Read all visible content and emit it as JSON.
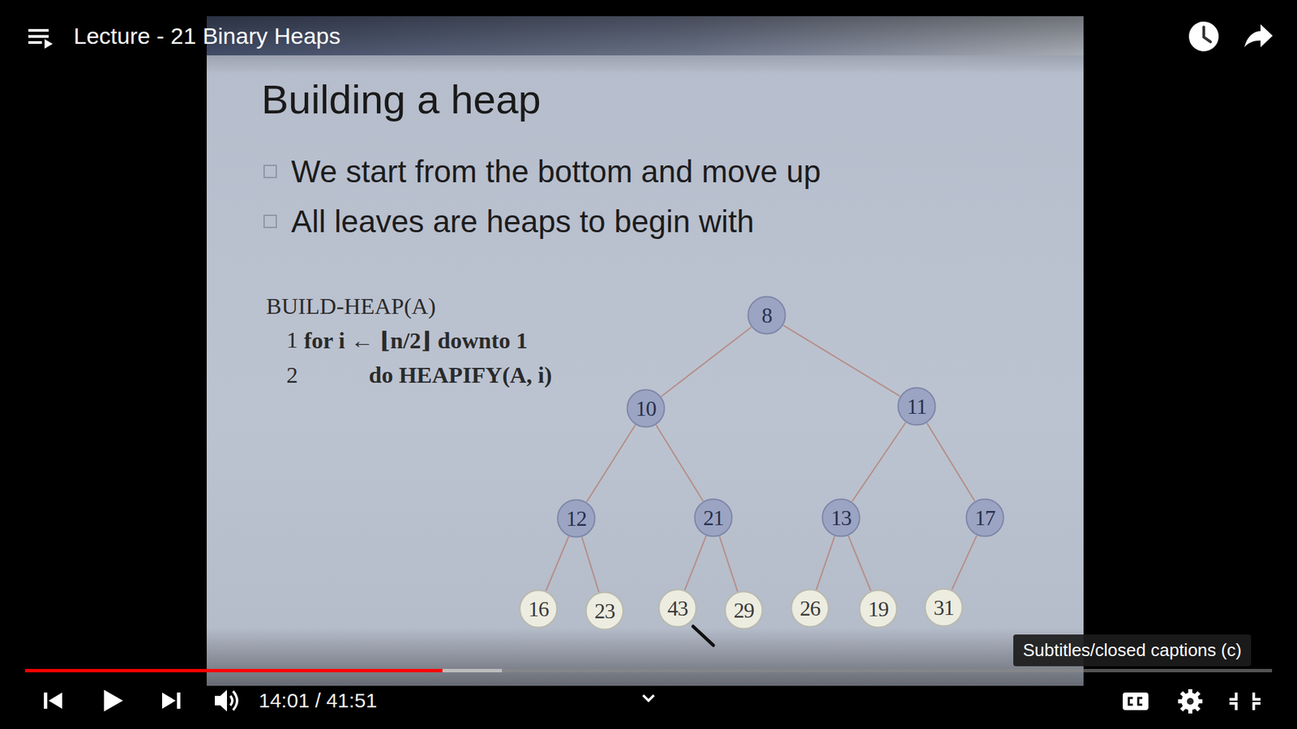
{
  "diagram": {
    "title": "Building a heap",
    "nodes": [
      {
        "text": [
          "8"
        ]
      },
      {
        "text": [
          "10"
        ]
      },
      {
        "text": [
          "11"
        ]
      },
      {
        "text": [
          "12"
        ]
      },
      {
        "text": [
          "21"
        ]
      },
      {
        "text": [
          "13"
        ]
      },
      {
        "text": [
          "17"
        ]
      },
      {
        "text": [
          "16"
        ]
      },
      {
        "text": [
          "23"
        ]
      },
      {
        "text": [
          "43"
        ]
      },
      {
        "text": [
          "29"
        ]
      },
      {
        "text": [
          "26"
        ]
      },
      {
        "text": [
          "19"
        ]
      },
      {
        "text": [
          "31"
        ]
      },
      {
        "text": [
          "Subtitles/closed captions (c)"
        ]
      }
    ],
    "edges": [
      {
        "from": 0,
        "to": 1,
        "arrow": "none"
      },
      {
        "from": 0,
        "to": 2,
        "arrow": "none"
      },
      {
        "from": 1,
        "to": 3,
        "arrow": "none"
      },
      {
        "from": 1,
        "to": 4,
        "arrow": "none"
      },
      {
        "from": 2,
        "to": 5,
        "arrow": "none"
      },
      {
        "from": 2,
        "to": 6,
        "arrow": "none"
      },
      {
        "from": 3,
        "to": 7,
        "arrow": "none"
      },
      {
        "from": 3,
        "to": 8,
        "arrow": "none"
      },
      {
        "from": 4,
        "to": 9,
        "arrow": "none"
      },
      {
        "from": 4,
        "to": 10,
        "arrow": "none"
      },
      {
        "from": 5,
        "to": 11,
        "arrow": "none"
      },
      {
        "from": 5,
        "to": 12,
        "arrow": "none"
      },
      {
        "from": 6,
        "to": 13,
        "arrow": "none"
      }
    ],
    "labels": [
      "Lecture - 21 Binary Heaps",
      "We start from the bottom and move up",
      "All leaves are heaps to begin with",
      "BUILD-HEAP(A)",
      "1",
      "for i ← ⌊n/2⌋ downto 1",
      "2",
      "do HEAPIFY(A, i)",
      "14:01 / 41:51"
    ]
  }
}
